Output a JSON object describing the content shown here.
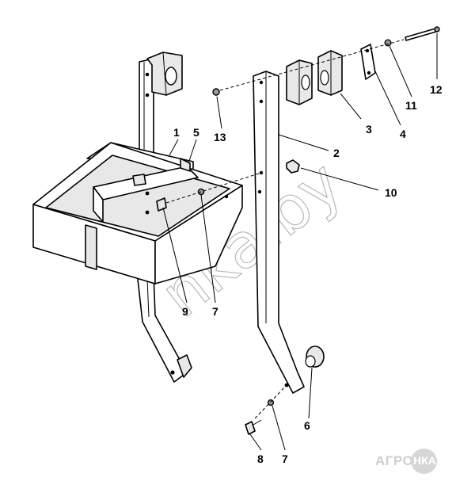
{
  "callouts": [
    {
      "id": "1",
      "label": "1"
    },
    {
      "id": "2",
      "label": "2"
    },
    {
      "id": "3",
      "label": "3"
    },
    {
      "id": "4",
      "label": "4"
    },
    {
      "id": "5",
      "label": "5"
    },
    {
      "id": "6",
      "label": "6"
    },
    {
      "id": "7a",
      "label": "7"
    },
    {
      "id": "7b",
      "label": "7"
    },
    {
      "id": "8",
      "label": "8"
    },
    {
      "id": "9",
      "label": "9"
    },
    {
      "id": "10",
      "label": "10"
    },
    {
      "id": "11",
      "label": "11"
    },
    {
      "id": "12",
      "label": "12"
    },
    {
      "id": "13",
      "label": "13"
    }
  ],
  "watermark": "nka.by",
  "brand": {
    "agro": "АГРО",
    "nka": "НКА"
  }
}
